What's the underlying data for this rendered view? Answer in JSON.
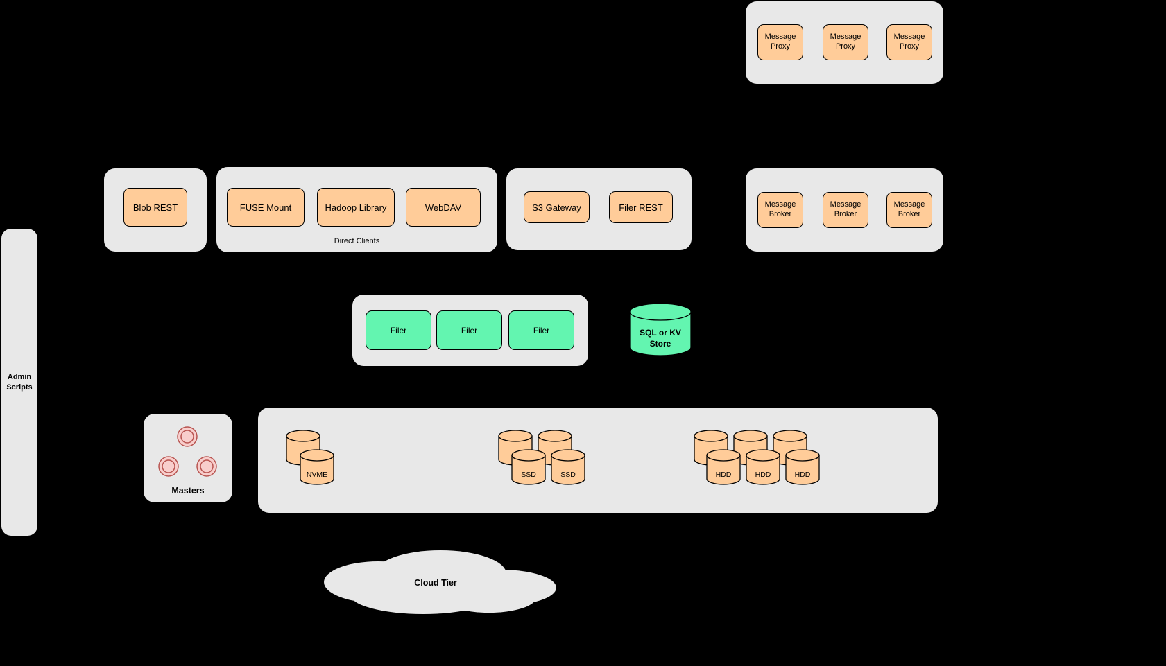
{
  "colors": {
    "background": "#000000",
    "container_gray": "#e8e8e8",
    "node_orange": "#ffcc99",
    "node_green": "#63f5b0",
    "pink": "#f8cecc",
    "pink_border": "#b85450",
    "outline": "#000000"
  },
  "message_proxy_group": {
    "items": [
      "Message Proxy",
      "Message Proxy",
      "Message Proxy"
    ]
  },
  "blob_group": {
    "label": "Blob REST"
  },
  "direct_clients_group": {
    "caption": "Direct Clients",
    "items": [
      "FUSE Mount",
      "Hadoop Library",
      "WebDAV"
    ]
  },
  "gateway_group": {
    "items": [
      "S3 Gateway",
      "Filer REST"
    ]
  },
  "message_broker_group": {
    "items": [
      "Message Broker",
      "Message Broker",
      "Message Broker"
    ]
  },
  "admin_panel": {
    "label": "Admin Scripts"
  },
  "filer_group": {
    "items": [
      "Filer",
      "Filer",
      "Filer"
    ]
  },
  "kv_store": {
    "label": "SQL or KV Store"
  },
  "masters_group": {
    "label": "Masters"
  },
  "volume_group": {
    "nvme": {
      "label": "NVME"
    },
    "ssd": {
      "labels": [
        "SSD",
        "SSD"
      ]
    },
    "hdd": {
      "labels": [
        "HDD",
        "HDD",
        "HDD"
      ]
    }
  },
  "cloud": {
    "label": "Cloud Tier"
  }
}
